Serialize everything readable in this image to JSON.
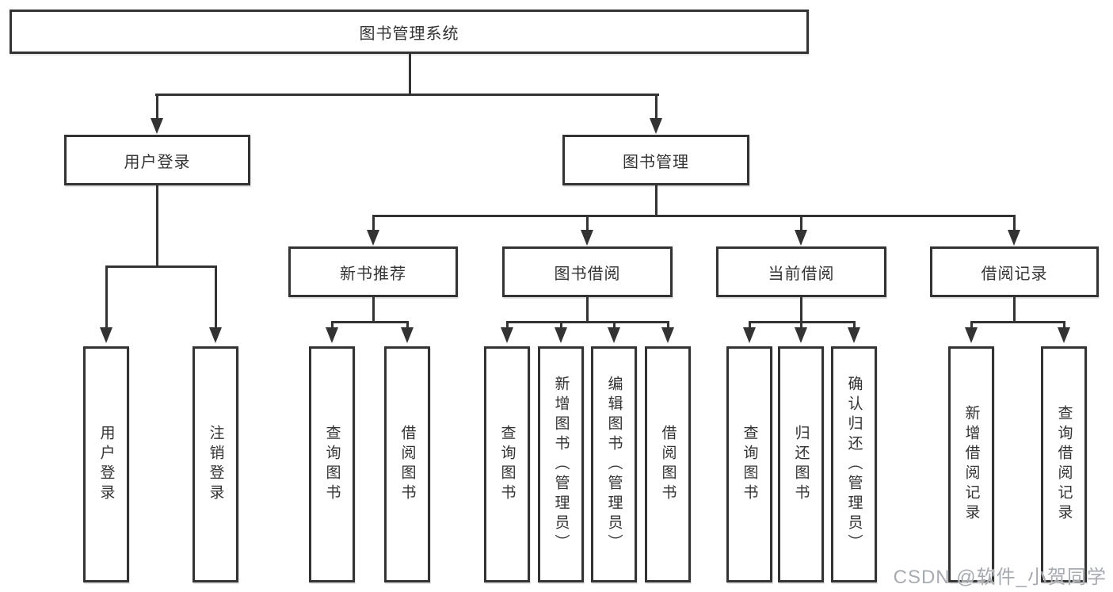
{
  "diagram": {
    "type": "hierarchy-tree",
    "root": {
      "label": "图书管理系统"
    },
    "branches": [
      {
        "label": "用户登录",
        "children": [
          {
            "label": "用户登录"
          },
          {
            "label": "注销登录"
          }
        ]
      },
      {
        "label": "图书管理",
        "children": [
          {
            "label": "新书推荐",
            "children": [
              {
                "label": "查询图书"
              },
              {
                "label": "借阅图书"
              }
            ]
          },
          {
            "label": "图书借阅",
            "children": [
              {
                "label": "查询图书"
              },
              {
                "label": "新增图书（管理员）"
              },
              {
                "label": "编辑图书（管理员）"
              },
              {
                "label": "借阅图书"
              }
            ]
          },
          {
            "label": "当前借阅",
            "children": [
              {
                "label": "查询图书"
              },
              {
                "label": "归还图书"
              },
              {
                "label": "确认归还（管理员）"
              }
            ]
          },
          {
            "label": "借阅记录",
            "children": [
              {
                "label": "新增借阅记录"
              },
              {
                "label": "查询借阅记录"
              }
            ]
          }
        ]
      }
    ]
  },
  "watermark": {
    "text": "CSDN @软件_小贺同学"
  },
  "colors": {
    "line": "#333333",
    "text": "#333333",
    "background": "#ffffff",
    "watermark": "#91969c"
  }
}
